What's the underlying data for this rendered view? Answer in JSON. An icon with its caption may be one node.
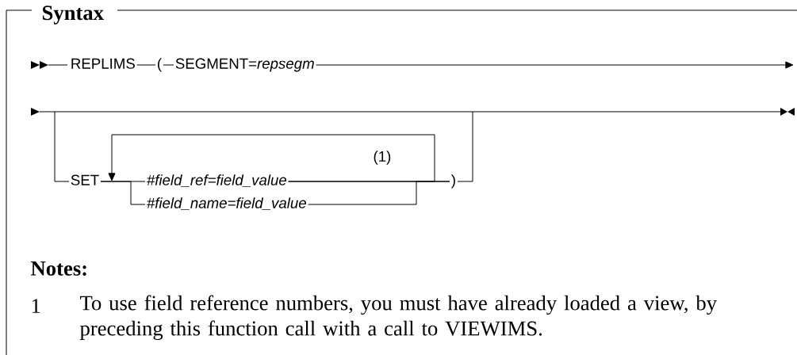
{
  "diagram": {
    "title": "Syntax",
    "nodes": [
      {
        "text": [
          "REPLIMS"
        ]
      },
      {
        "text": [
          "("
        ]
      },
      {
        "text": [
          "SEGMENT=*repsegm*"
        ]
      },
      {
        "text": [
          "SET"
        ]
      },
      {
        "text": [
          "#field_ref=field_value"
        ]
      },
      {
        "text": [
          "#field_name=field_value"
        ]
      },
      {
        "text": [
          ")"
        ]
      }
    ],
    "edges": [
      {
        "from": 0,
        "to": 1,
        "arrow": "none"
      },
      {
        "from": 1,
        "to": 2,
        "arrow": "none"
      },
      {
        "from": 3,
        "to": 4,
        "arrow": "none"
      },
      {
        "from": 3,
        "to": 5,
        "arrow": "none"
      },
      {
        "from": 4,
        "to": 6,
        "arrow": "none"
      },
      {
        "from": 5,
        "to": 6,
        "arrow": "none"
      },
      {
        "from": 3,
        "to": 6,
        "arrow": "none"
      },
      {
        "from": 4,
        "to": 3,
        "arrow": "to"
      },
      {
        "from": 2,
        "to": null,
        "arrow": "to"
      }
    ],
    "labels": [
      "(1)",
      "Notes:",
      "1",
      "To use field reference numbers, you must have already loaded a view, by preceding this function call with a call to VIEWIMS."
    ]
  }
}
